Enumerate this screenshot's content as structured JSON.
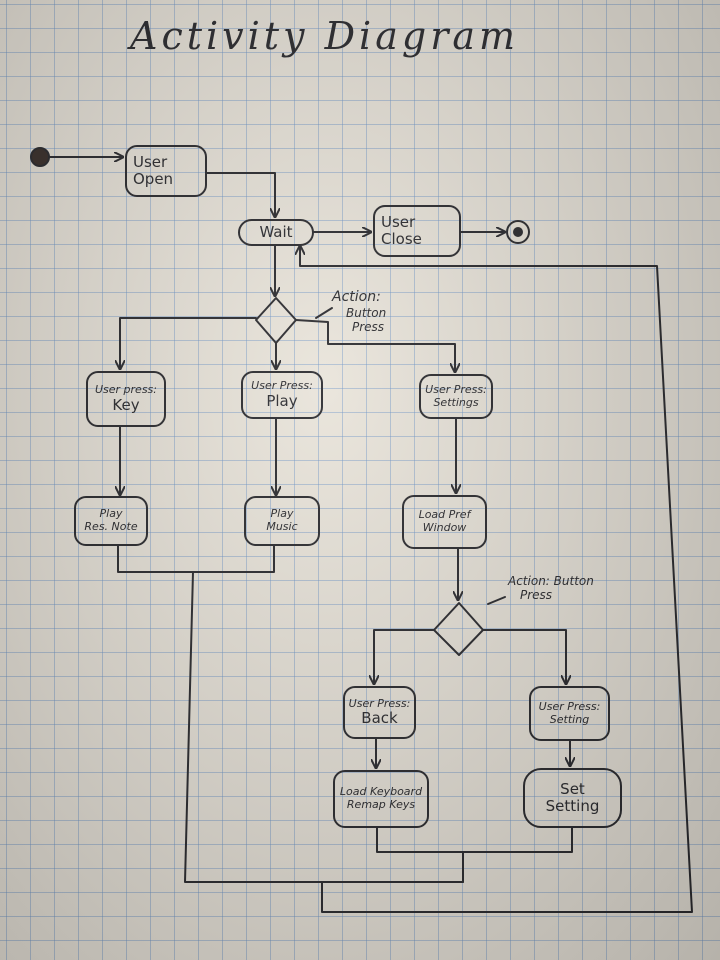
{
  "title": "Activity Diagram",
  "nodes": {
    "user_open": [
      "User",
      "Open"
    ],
    "wait": "Wait",
    "user_close": [
      "User",
      "Close"
    ],
    "press_key": [
      "User press:",
      "Key"
    ],
    "press_play": [
      "User Press:",
      "Play"
    ],
    "press_settings": [
      "User Press:",
      "Settings"
    ],
    "play_note": [
      "Play",
      "Res. Note"
    ],
    "play_music": [
      "Play",
      "Music"
    ],
    "load_pref": [
      "Load Pref",
      "Window"
    ],
    "press_back": [
      "User Press:",
      "Back"
    ],
    "press_setting": [
      "User Press:",
      "Setting"
    ],
    "load_keyboard": [
      "Load Keyboard",
      "Remap Keys"
    ],
    "set_setting": [
      "Set",
      "Setting"
    ]
  },
  "guards": {
    "button_press": [
      "Action:",
      "Button",
      "Press"
    ],
    "button_press_2": [
      "Action: Button",
      "Press"
    ]
  },
  "colors": {
    "ink": "#2a2a2e",
    "paper": "#e9e4da",
    "grid": "#6e96c8"
  }
}
